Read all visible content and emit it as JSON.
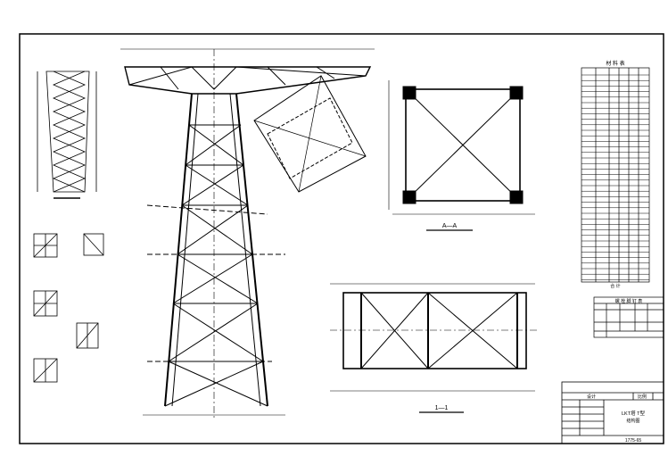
{
  "drawing": {
    "section_labels": {
      "aa": "A—A",
      "one": "1—1"
    },
    "table_title": "材 料 表",
    "table2_title": "螺 栓 脚 钉 表",
    "total_label": "合 计",
    "title_block": {
      "designer_label": "设计",
      "scale_label": "比例",
      "project_title": "LKT塔 T型",
      "subtitle": "结构图",
      "drawing_number": "1775-65"
    }
  }
}
